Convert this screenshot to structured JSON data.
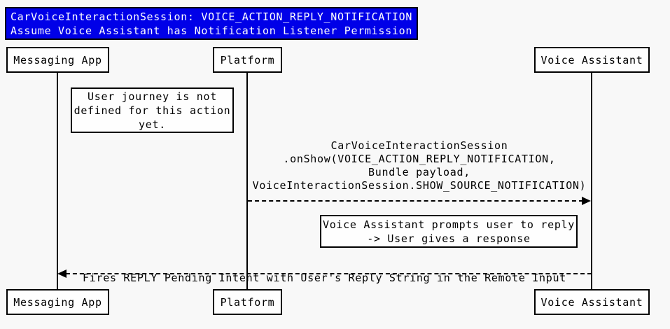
{
  "diagram": {
    "title": {
      "line1": "CarVoiceInteractionSession: VOICE_ACTION_REPLY_NOTIFICATION",
      "line2": "Assume Voice Assistant has Notification Listener Permission"
    },
    "participants": [
      {
        "name": "Messaging App"
      },
      {
        "name": "Platform"
      },
      {
        "name": "Voice Assistant"
      }
    ],
    "notes": [
      {
        "text": "User journey is not\ndefined for this action\nyet."
      },
      {
        "text": "Voice Assistant prompts user to reply\n-> User gives a response"
      }
    ],
    "messages": [
      {
        "from": "Platform",
        "to": "Voice Assistant",
        "style": "dashed",
        "direction": "right",
        "text": "CarVoiceInteractionSession\n.onShow(VOICE_ACTION_REPLY_NOTIFICATION,\nBundle payload,\nVoiceInteractionSession.SHOW_SOURCE_NOTIFICATION)"
      },
      {
        "from": "Voice Assistant",
        "to": "Messaging App",
        "style": "dashed",
        "direction": "left",
        "text": "Fires REPLY Pending Intent with User's Reply String in the Remote Input"
      }
    ],
    "colors": {
      "background": "#F8F8F8",
      "title_bg": "#0000E8",
      "title_text": "#FEFEFE",
      "box_bg": "#FEFEFE",
      "line": "#000000"
    }
  }
}
